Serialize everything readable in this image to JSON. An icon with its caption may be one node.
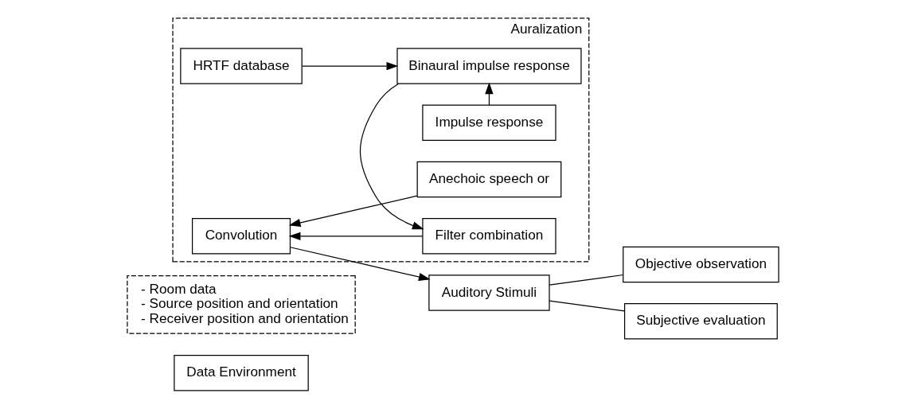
{
  "diagram": {
    "nodes": [
      {
        "text": [
          "Data Environment"
        ]
      },
      {
        "text": [
          "- Room data",
          "- Source position and orientation",
          "- Receiver position and orientation"
        ]
      },
      {
        "text": [
          "Auralization"
        ]
      },
      {
        "text": [
          "Impulse response"
        ],
        "in": 2
      },
      {
        "text": [
          "Binaural impulse response"
        ],
        "in": 2
      },
      {
        "text": [
          "HRTF database"
        ],
        "in": 2
      },
      {
        "text": [
          "Filter combination"
        ],
        "in": 2
      },
      {
        "text": [
          "Anechoic speech or"
        ],
        "in": 2
      },
      {
        "text": [
          "Convolution"
        ],
        "in": 2
      },
      {
        "text": [
          "Auditory Stimuli"
        ]
      },
      {
        "text": [
          "Objective observation"
        ]
      },
      {
        "text": [
          "Subjective evaluation"
        ]
      }
    ],
    "edges": [
      {
        "from": 3,
        "to": 4,
        "arrow": "to"
      },
      {
        "from": 5,
        "to": 4,
        "arrow": "to"
      },
      {
        "from": 4,
        "to": 6,
        "arrow": "to"
      },
      {
        "from": 6,
        "to": 8,
        "arrow": "to"
      },
      {
        "from": 7,
        "to": 8,
        "arrow": "to"
      },
      {
        "from": 8,
        "to": 9,
        "arrow": "to"
      },
      {
        "from": 9,
        "to": 10,
        "arrow": "none"
      },
      {
        "from": 9,
        "to": 11,
        "arrow": "none"
      }
    ]
  }
}
